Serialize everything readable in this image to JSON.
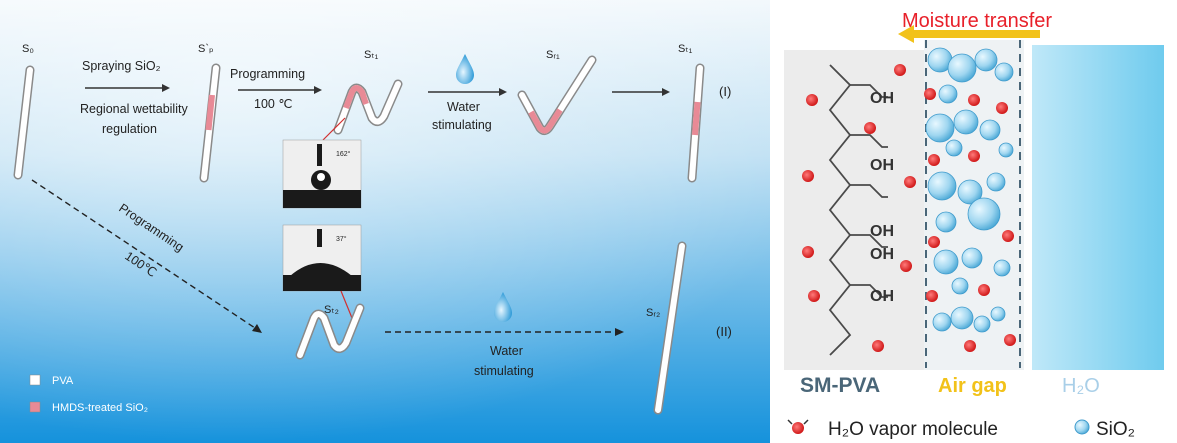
{
  "left_panel": {
    "samples": {
      "s0": "S₀",
      "sp": "S`ₚ",
      "st1_a": "Sₜ₁",
      "sr1": "Sᵣ₁",
      "st1_b": "Sₜ₁",
      "st2": "Sₜ₂",
      "sr2": "Sᵣ₂"
    },
    "steps": {
      "spraying": "Spraying SiO₂",
      "regional_1": "Regional wettability",
      "regional_2": "regulation",
      "programming": "Programming",
      "programming_temp": "100 ℃",
      "water_1": "Water",
      "water_2": "stimulating",
      "diag_programming": "Programming",
      "diag_temp": "100℃",
      "water_lower_1": "Water",
      "water_lower_2": "stimulating"
    },
    "routes": {
      "route_1": "(I)",
      "route_2": "(II)"
    },
    "contact_angles": {
      "upper": "162°",
      "lower": "37°"
    },
    "legend": [
      {
        "label": "PVA",
        "color": "#ffffff"
      },
      {
        "label": "HMDS-treated  SiO₂",
        "color": "#e88a96"
      }
    ],
    "colors": {
      "background_top": "#eef6fb",
      "background_bottom": "#1a9de0",
      "treated": "#e88a96"
    }
  },
  "right_panel": {
    "header": "Moisture transfer",
    "groups": [
      "OH",
      "OH",
      "OH",
      "OH",
      "OH"
    ],
    "labels": {
      "sm_pva": "SM-PVA",
      "air_gap": "Air gap",
      "h2o": "H₂O"
    },
    "legend": {
      "vapor": "H₂O vapor molecule",
      "sio2": "SiO₂"
    },
    "colors": {
      "header": "#e8202a",
      "arrow": "#f2c21a",
      "air_gap": "#f2c21a",
      "sm_pva": "#4a6678",
      "h2o": "#a9cfe8",
      "water_zone": "#7fd0ee"
    }
  }
}
